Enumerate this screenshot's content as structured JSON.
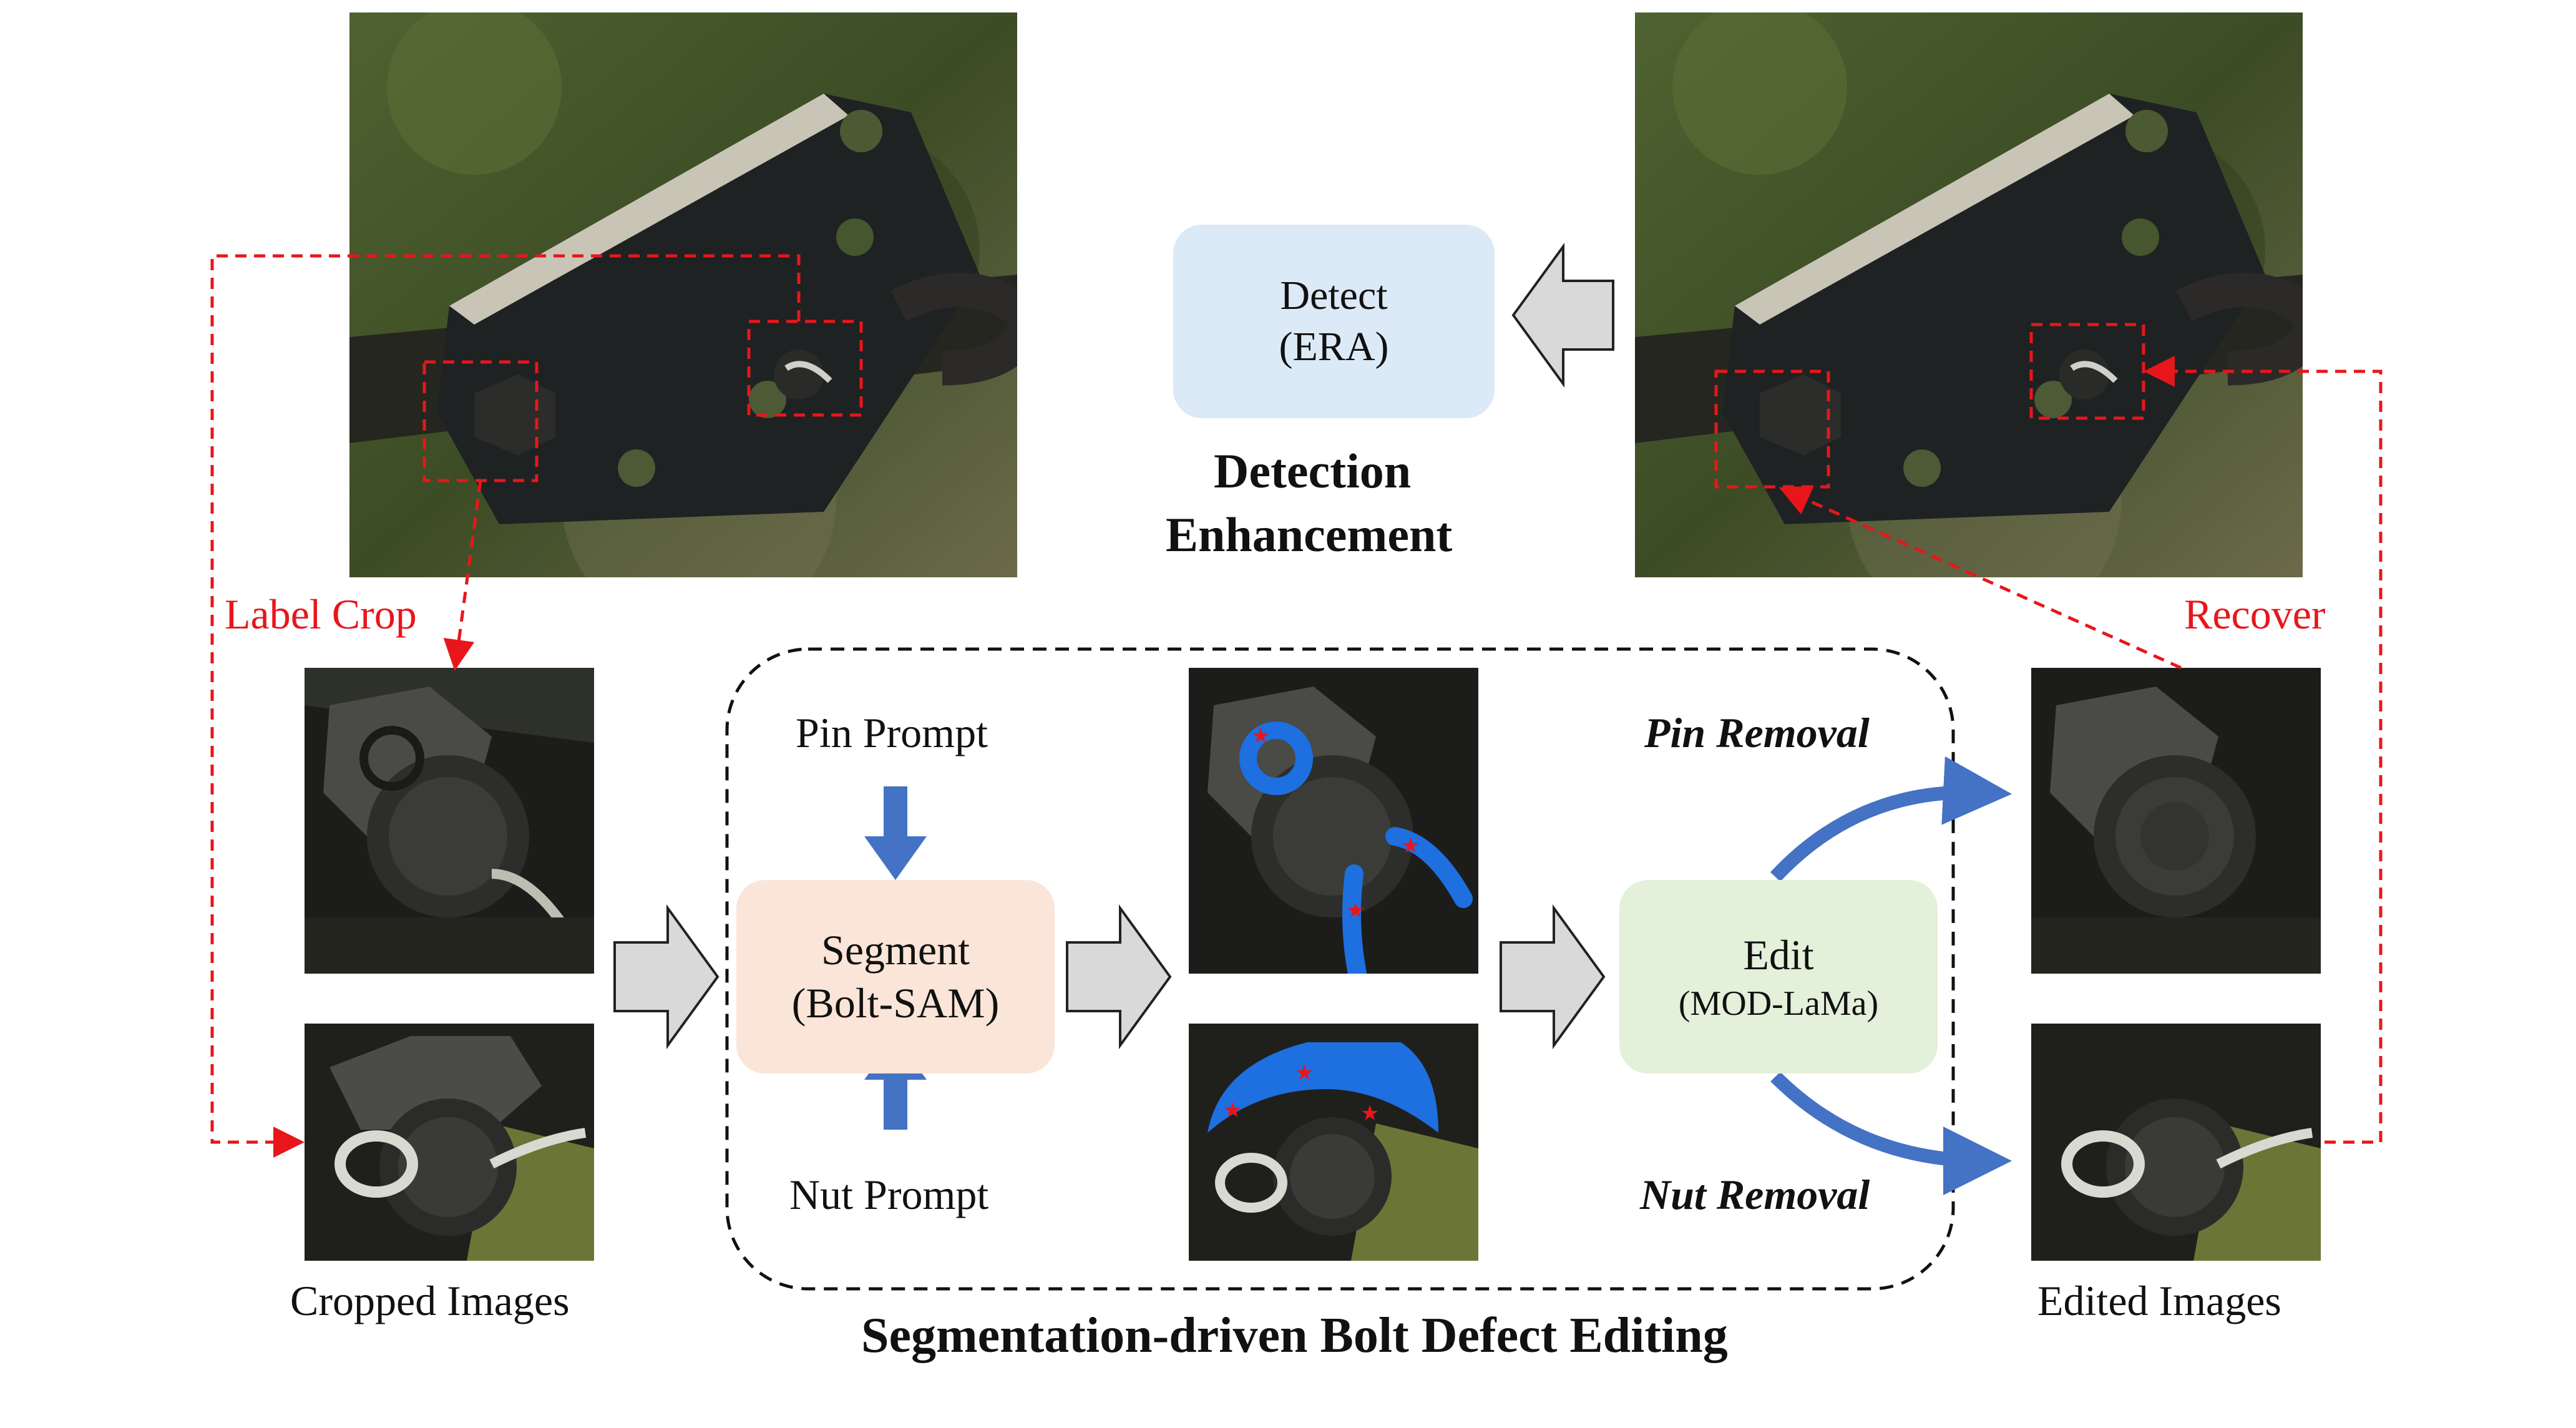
{
  "diagram": {
    "title_segmentation": "Segmentation-driven Bolt Defect Editing",
    "title_detection": [
      "Detection",
      "Enhancement"
    ],
    "nodes": {
      "detect": {
        "label": "Detect",
        "sub": "(ERA)"
      },
      "segment": {
        "label": "Segment",
        "sub": "(Bolt-SAM)"
      },
      "edit": {
        "label": "Edit",
        "sub": "(MOD-LaMa)"
      }
    },
    "prompts": {
      "pin": "Pin Prompt",
      "nut": "Nut Prompt"
    },
    "operations": {
      "pin_removal": "Pin Removal",
      "nut_removal": "Nut Removal"
    },
    "flows": {
      "label_crop": "Label Crop",
      "recover": "Recover"
    },
    "captions": {
      "cropped": "Cropped Images",
      "edited": "Edited Images"
    }
  },
  "colors": {
    "detect_fill": "#dce9f6",
    "segment_fill": "#fbe5d8",
    "edit_fill": "#e3f0da",
    "mask_blue": "#1e6fe0",
    "arrow_blue": "#4472c4",
    "dashed_red": "#e8161b",
    "block_arrow_fill": "#d9d9d9"
  }
}
